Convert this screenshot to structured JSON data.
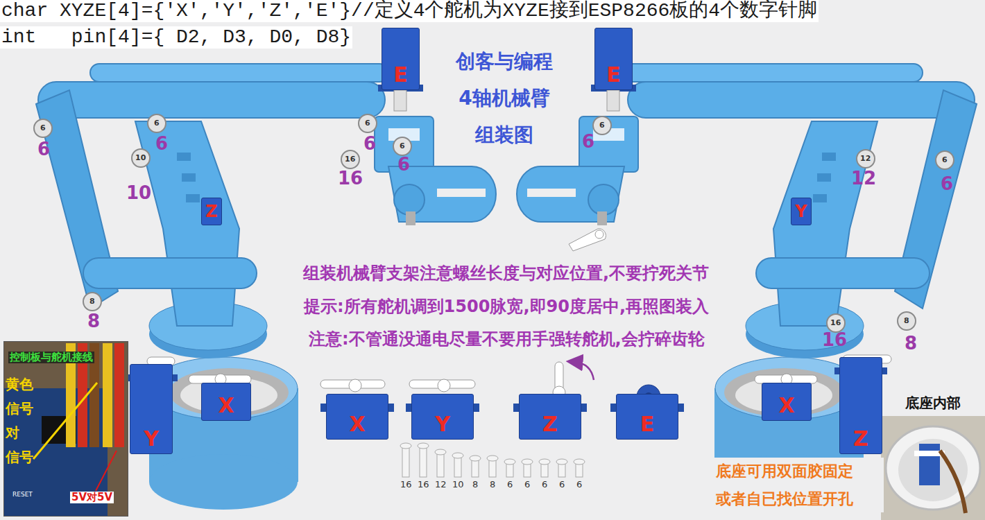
{
  "diagram": {
    "title": "创客与编程 4轴机械臂 组装图",
    "nodes": [
      {
        "text": [
          "E"
        ]
      },
      {
        "text": [
          "E"
        ]
      },
      {
        "text": [
          "Z"
        ]
      },
      {
        "text": [
          "Y"
        ]
      },
      {
        "text": [
          "Y"
        ]
      },
      {
        "text": [
          "X"
        ]
      },
      {
        "text": [
          "X"
        ]
      },
      {
        "text": [
          "Z"
        ]
      },
      {
        "text": [
          "X"
        ]
      },
      {
        "text": [
          "Y"
        ]
      },
      {
        "text": [
          "Z"
        ]
      },
      {
        "text": [
          "E"
        ]
      },
      {
        "text": [
          "控制板与舵机接线",
          "黄色 信号 对 信号",
          "5V对5V"
        ]
      },
      {
        "text": [
          "底座内部"
        ]
      }
    ],
    "labels": [
      "char XYZE[4]={'X','Y','Z','E'}//定义4个舵机为XYZE接到ESP8266板的4个数字针脚",
      "int   pin[4]={ D2, D3, D0, D8}",
      "组装机械臂支架注意螺丝长度与对应位置,不要拧死关节",
      "提示:所有舵机调到1500脉宽,即90度居中,再照图装入",
      "注意:不管通没通电尽量不要用手强转舵机,会拧碎齿轮",
      "6",
      "6",
      "10",
      "6",
      "16",
      "6",
      "8",
      "6",
      "12",
      "6",
      "16",
      "8",
      "6",
      "6",
      "10",
      "6",
      "16",
      "6",
      "8",
      "6",
      "12",
      "6",
      "16",
      "8",
      "16",
      "16",
      "12",
      "10",
      "8",
      "8",
      "6",
      "6",
      "6",
      "6",
      "6",
      "底座可用双面胶固定 或者自已找位置开孔",
      "RESET"
    ]
  }
}
